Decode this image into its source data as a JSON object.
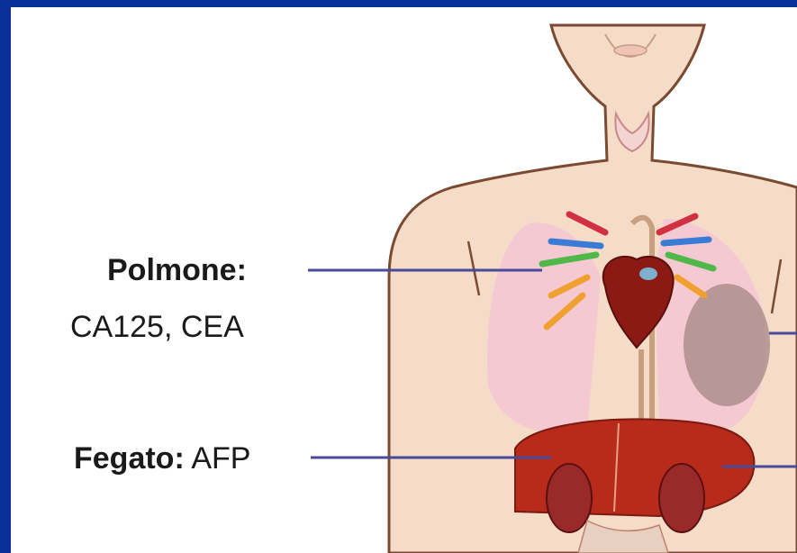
{
  "labels": {
    "lung": {
      "organ": "Polmone:",
      "markers": "CA125, CEA"
    },
    "liver": {
      "organ": "Fegato:",
      "markers": "AFP"
    }
  },
  "colors": {
    "border": "#0a2f96",
    "skin": "#f5dcc8",
    "outline": "#7a4a32",
    "lung": "#f4c6d2",
    "liver": "#b82a1a",
    "heart": "#8c1a14",
    "leader_line": "#4a4a9a"
  }
}
